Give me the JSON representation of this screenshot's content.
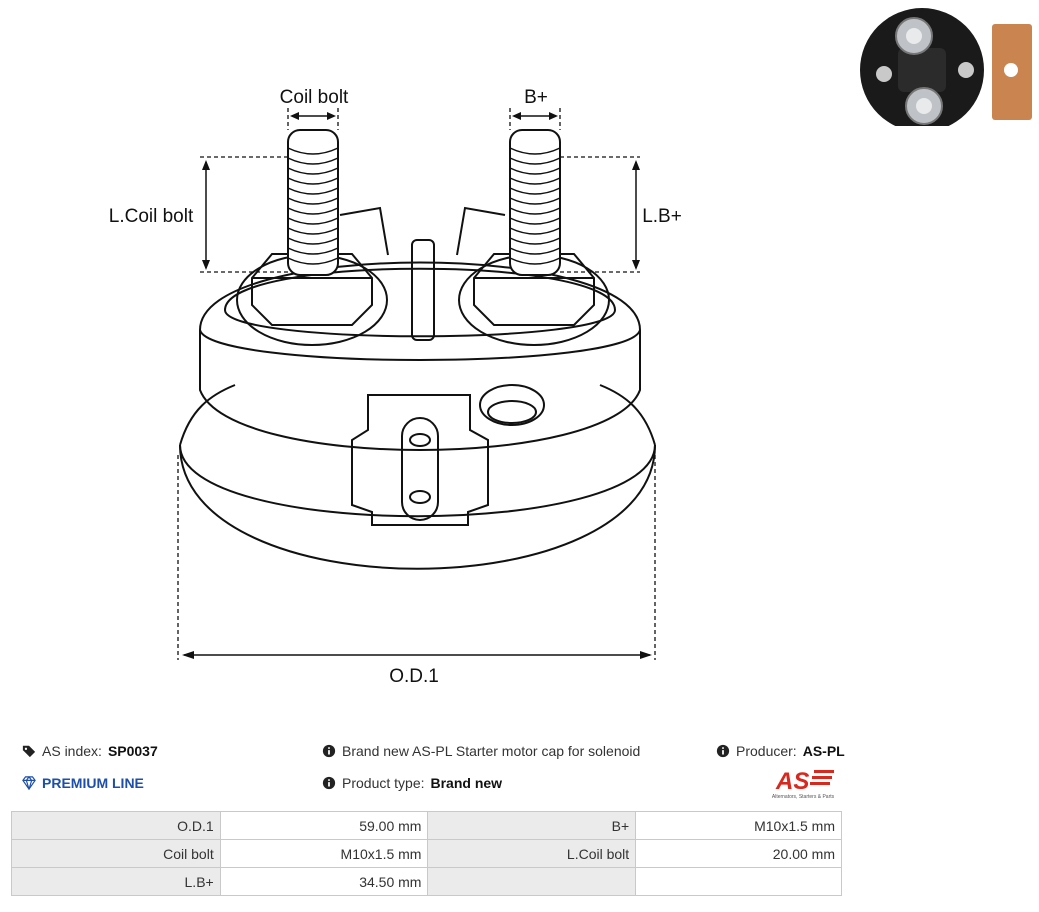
{
  "drawing": {
    "labels": {
      "coil_bolt": "Coil bolt",
      "b_plus": "B+",
      "l_coil_bolt": "L.Coil bolt",
      "l_b_plus": "L.B+",
      "od1": "O.D.1"
    }
  },
  "product": {
    "as_index_label": "AS index:",
    "as_index_value": "SP0037",
    "premium_label": "PREMIUM LINE",
    "description": "Brand new AS-PL Starter motor cap for solenoid",
    "product_type_label": "Product type:",
    "product_type_value": "Brand new",
    "producer_label": "Producer:",
    "producer_value": "AS-PL",
    "logo_text": "AS",
    "logo_tagline": "Alternators, Starters & Parts"
  },
  "specs": {
    "rows": [
      [
        {
          "k": "O.D.1",
          "v": "59.00 mm"
        },
        {
          "k": "B+",
          "v": "M10x1.5 mm"
        }
      ],
      [
        {
          "k": "Coil bolt",
          "v": "M10x1.5 mm"
        },
        {
          "k": "L.Coil bolt",
          "v": "20.00 mm"
        }
      ],
      [
        {
          "k": "L.B+",
          "v": "34.50 mm"
        },
        {
          "k": "",
          "v": ""
        }
      ]
    ]
  },
  "colors": {
    "accent_blue": "#1d4ea8",
    "brand_red": "#d9281e",
    "table_key_bg": "#ebebeb",
    "copper": "#c9844f"
  }
}
